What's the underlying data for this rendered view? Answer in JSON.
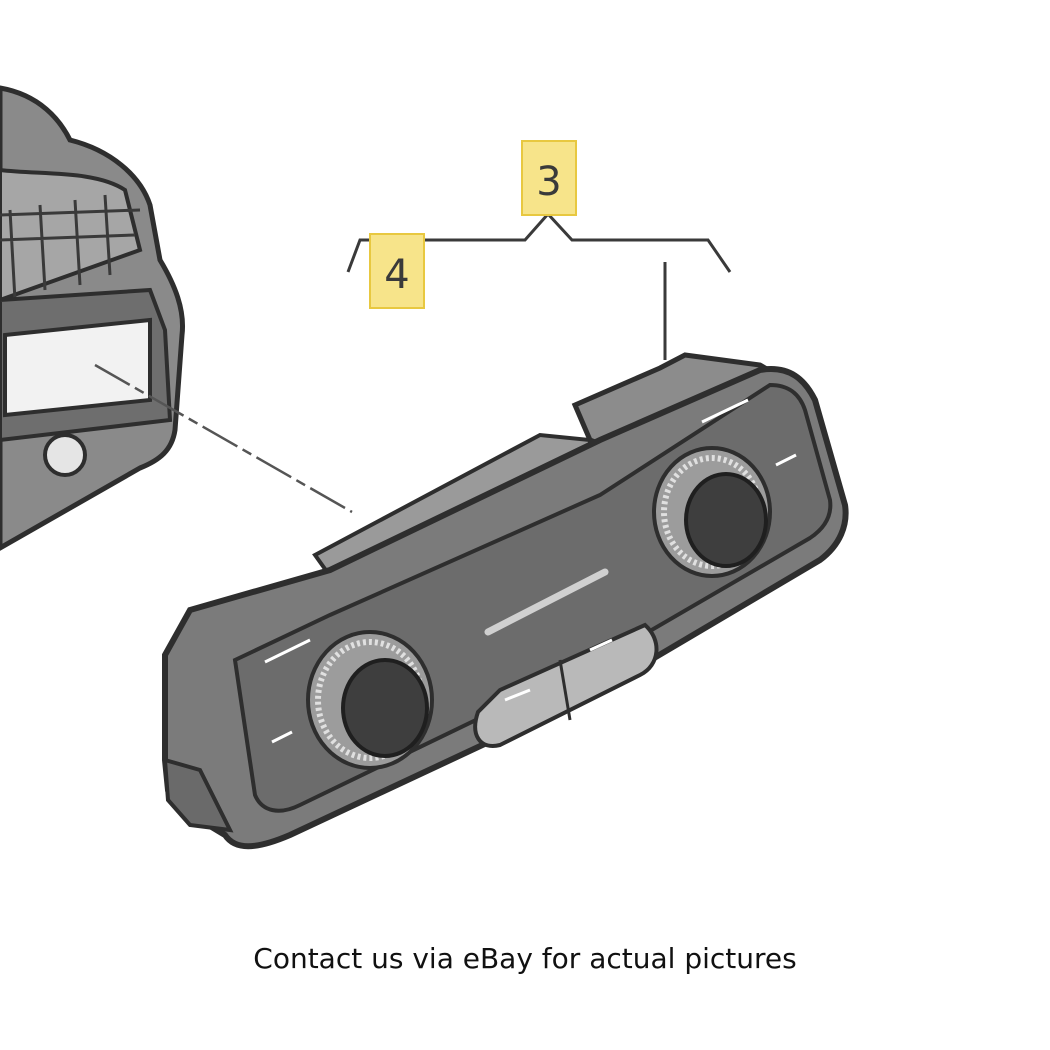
{
  "callouts": [
    {
      "label": "3"
    },
    {
      "label": "4"
    }
  ],
  "caption": "Contact us via eBay for actual pictures",
  "colors": {
    "callout_fill": "#f7e48a",
    "callout_border": "#e8c840",
    "line": "#3a3a3a",
    "part_fill": "#7b7b7b",
    "part_dark": "#4a4a4a",
    "part_light": "#b9b9b9"
  }
}
